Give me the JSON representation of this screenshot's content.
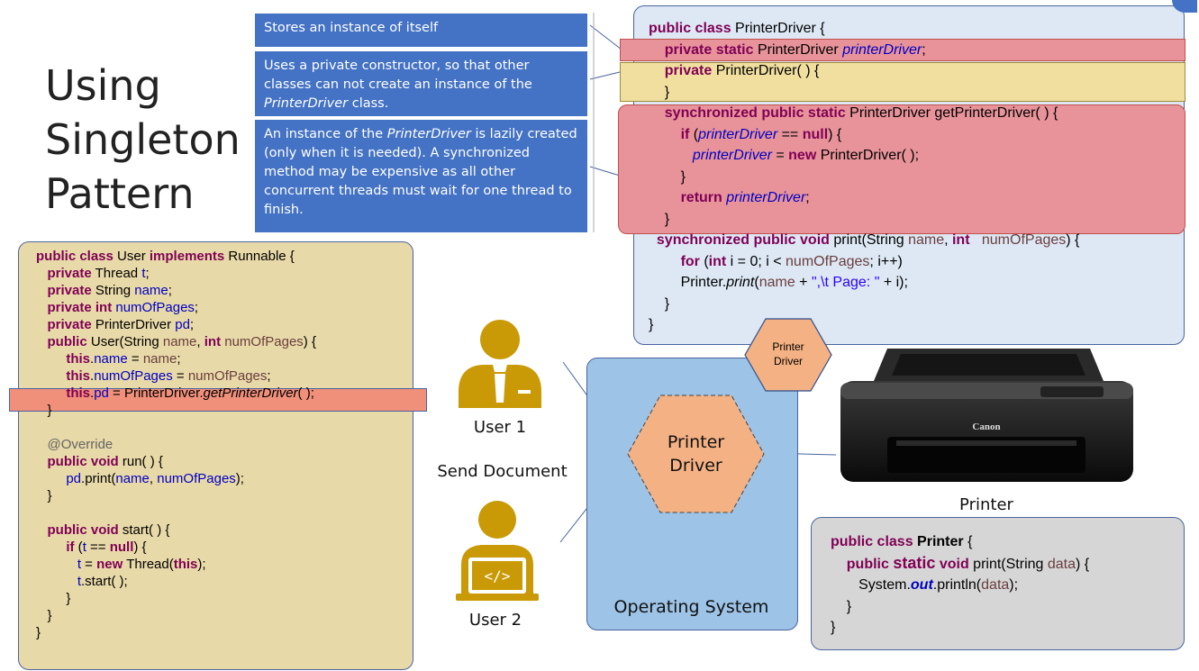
{
  "title": [
    "Using",
    "Singleton",
    "Pattern"
  ],
  "notes": {
    "n1": "Stores an instance of itself",
    "n2_a": "Uses a private constructor, so that other classes can not create an instance of the ",
    "n2_cls": "PrinterDriver",
    "n2_b": " class.",
    "n3_a": "An instance of the ",
    "n3_cls": "PrinterDriver",
    "n3_b": " is lazily created (only when it is needed). A synchronized  method may be expensive as all other concurrent threads must wait for one thread to finish."
  },
  "labels": {
    "user1": "User 1",
    "user2": "User 2",
    "send_document": "Send Document",
    "operating_system": "Operating System",
    "printer_driver_small": "Printer Driver",
    "printer_driver_big": "Printer Driver",
    "printer": "Printer",
    "canon": "Canon"
  },
  "colors": {
    "note_blue": "#4472c4",
    "user_code_bg": "#e8d9a8",
    "driver_code_bg": "#dde8f4",
    "highlight_red": "#e8939a",
    "highlight_yellow": "#f1df9f",
    "highlight_orange": "#f0907a",
    "os_blue": "#9dc3e6",
    "hex_orange": "#f4b183",
    "user_gold": "#c99a06",
    "printer_code_bg": "#d6d6d6"
  }
}
